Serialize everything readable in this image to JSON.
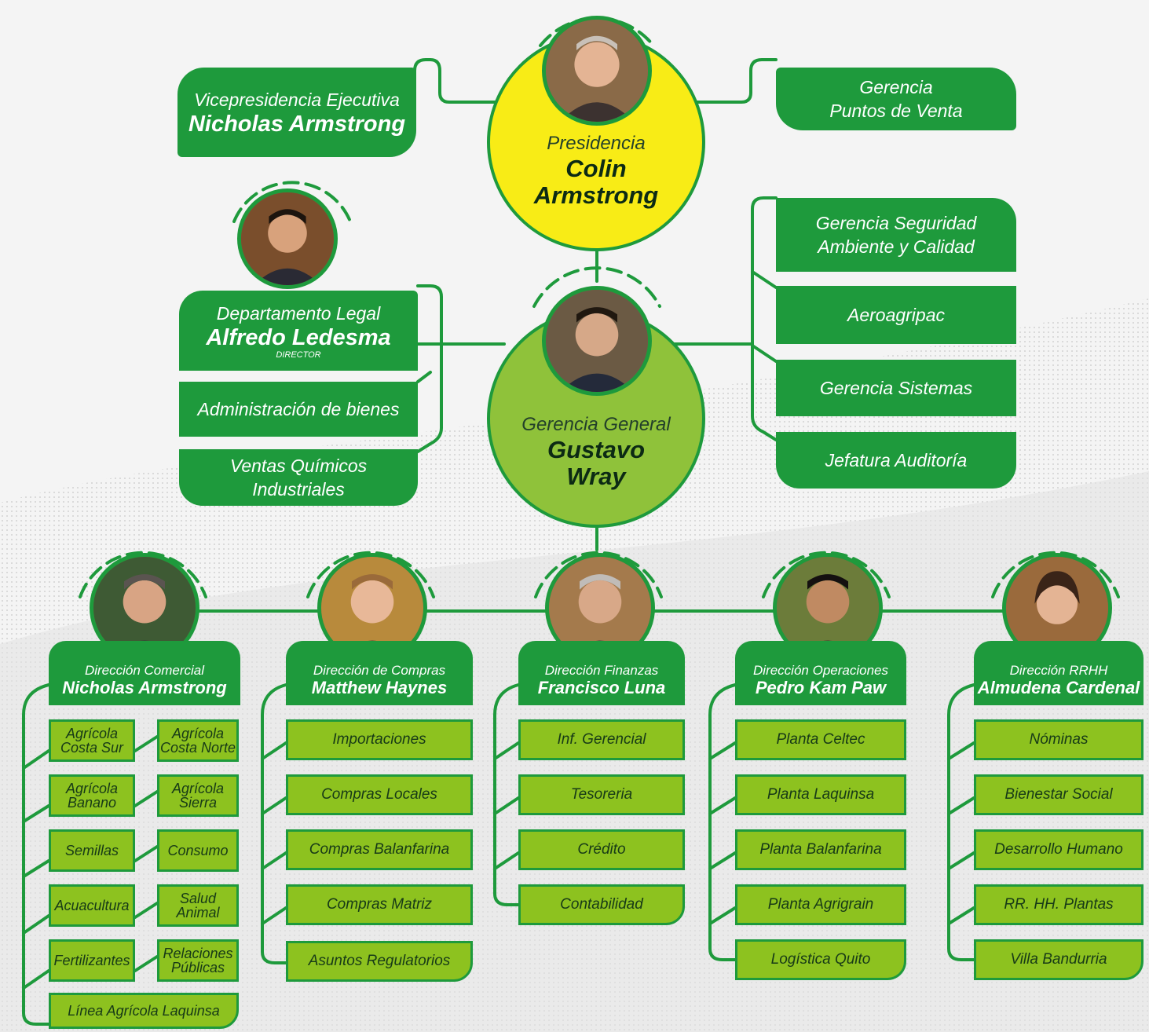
{
  "colors": {
    "dark_green": "#1e9a3c",
    "light_green": "#8dc21f",
    "yellow": "#f8ec16",
    "olive": "#8fc23a"
  },
  "icons": [
    "person-photo-icon",
    "dashed-arc-icon"
  ],
  "top": {
    "vicepresidencia": {
      "title": "Vicepresidencia Ejecutiva",
      "name": "Nicholas Armstrong"
    },
    "presidencia": {
      "title": "Presidencia",
      "name_line1": "Colin",
      "name_line2": "Armstrong"
    },
    "puntos_venta": {
      "line1": "Gerencia",
      "line2": "Puntos de Venta"
    }
  },
  "legal": {
    "title": "Departamento Legal",
    "name": "Alfredo Ledesma",
    "role": "DIRECTOR",
    "items": [
      "Administración de bienes",
      "Ventas Químicos",
      "Industriales"
    ]
  },
  "general": {
    "title": "Gerencia General",
    "name_line1": "Gustavo",
    "name_line2": "Wray"
  },
  "right_staff": [
    {
      "line1": "Gerencia Seguridad",
      "line2": "Ambiente y Calidad"
    },
    {
      "line1": "Aeroagripac"
    },
    {
      "line1": "Gerencia Sistemas"
    },
    {
      "line1": "Jefatura Auditoría"
    }
  ],
  "directions": [
    {
      "title": "Dirección Comercial",
      "name": "Nicholas Armstrong",
      "items": [
        [
          "Agrícola",
          "Costa Sur"
        ],
        [
          "Agrícola",
          "Costa Norte"
        ],
        [
          "Agrícola",
          "Banano"
        ],
        [
          "Agrícola",
          "Sierra"
        ],
        [
          "Semillas"
        ],
        [
          "Consumo"
        ],
        [
          "Acuacultura"
        ],
        [
          "Salud",
          "Animal"
        ],
        [
          "Fertilizantes"
        ],
        [
          "Relaciones",
          "Públicas"
        ],
        [
          "Línea Agrícola Laquinsa"
        ]
      ]
    },
    {
      "title": "Dirección de Compras",
      "name": "Matthew Haynes",
      "items": [
        "Importaciones",
        "Compras Locales",
        "Compras Balanfarina",
        "Compras Matriz",
        "Asuntos Regulatorios"
      ]
    },
    {
      "title": "Dirección Finanzas",
      "name": "Francisco Luna",
      "items": [
        "Inf. Gerencial",
        "Tesoreria",
        "Crédito",
        "Contabilidad"
      ]
    },
    {
      "title": "Dirección Operaciones",
      "name": "Pedro Kam Paw",
      "items": [
        "Planta Celtec",
        "Planta Laquinsa",
        "Planta Balanfarina",
        "Planta Agrigrain",
        "Logística Quito"
      ]
    },
    {
      "title": "Dirección RRHH",
      "name": "Almudena Cardenal",
      "items": [
        "Nóminas",
        "Bienestar Social",
        "Desarrollo Humano",
        "RR. HH. Plantas",
        "Villa Bandurria"
      ]
    }
  ]
}
